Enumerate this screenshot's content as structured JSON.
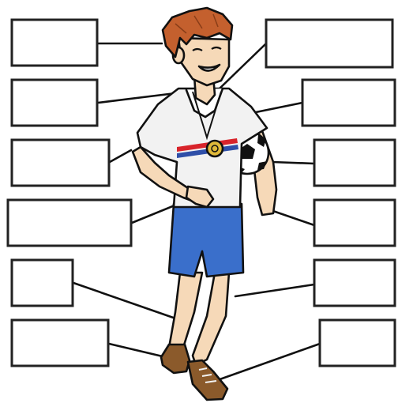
{
  "worksheet": {
    "label_boxes": [
      {
        "id": "box-left-1",
        "text": ""
      },
      {
        "id": "box-left-2",
        "text": ""
      },
      {
        "id": "box-left-3",
        "text": ""
      },
      {
        "id": "box-left-4",
        "text": ""
      },
      {
        "id": "box-left-5",
        "text": ""
      },
      {
        "id": "box-left-6",
        "text": ""
      },
      {
        "id": "box-right-1",
        "text": ""
      },
      {
        "id": "box-right-2",
        "text": ""
      },
      {
        "id": "box-right-3",
        "text": ""
      },
      {
        "id": "box-right-4",
        "text": ""
      },
      {
        "id": "box-right-5",
        "text": ""
      },
      {
        "id": "box-right-6",
        "text": ""
      }
    ]
  },
  "colors": {
    "hair": "#c4602e",
    "skin": "#f6d9b8",
    "shirt": "#f2f2f2",
    "stripe_red": "#d8242b",
    "stripe_blue": "#2f4fa8",
    "shorts": "#3a6fcb",
    "shoes": "#8b5a2b",
    "medal": "#e0b93a",
    "outline": "#111111"
  }
}
